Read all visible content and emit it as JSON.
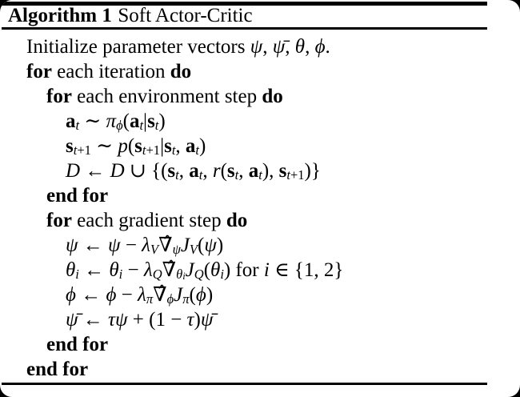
{
  "colors": {
    "background": "#000000",
    "paper": "#ffffff",
    "text": "#000000",
    "rule": "#000000"
  },
  "header": {
    "label": "Algorithm 1",
    "title": "Soft Actor-Critic"
  },
  "algorithm": {
    "lines": [
      {
        "indent": 1,
        "segs": [
          {
            "t": "Initialize parameter vectors "
          },
          {
            "t": "ψ",
            "c": "it"
          },
          {
            "t": ", "
          },
          {
            "t": "ψ̄",
            "c": "it"
          },
          {
            "t": ", "
          },
          {
            "t": "θ",
            "c": "it"
          },
          {
            "t": ", "
          },
          {
            "t": "ϕ",
            "c": "it"
          },
          {
            "t": "."
          }
        ]
      },
      {
        "indent": 1,
        "segs": [
          {
            "t": "for",
            "c": "kw"
          },
          {
            "t": " each iteration "
          },
          {
            "t": "do",
            "c": "kw"
          }
        ]
      },
      {
        "indent": 2,
        "segs": [
          {
            "t": "for",
            "c": "kw"
          },
          {
            "t": " each environment step "
          },
          {
            "t": "do",
            "c": "kw"
          }
        ]
      },
      {
        "indent": 3,
        "segs": [
          {
            "t": "a",
            "c": "bf"
          },
          {
            "t": "t",
            "c": "it",
            "s": 1
          },
          {
            "t": " ∼ "
          },
          {
            "t": "π",
            "c": "it"
          },
          {
            "t": "ϕ",
            "c": "it",
            "s": 1
          },
          {
            "t": "("
          },
          {
            "t": "a",
            "c": "bf"
          },
          {
            "t": "t",
            "c": "it",
            "s": 1
          },
          {
            "t": "|"
          },
          {
            "t": "s",
            "c": "bf"
          },
          {
            "t": "t",
            "c": "it",
            "s": 1
          },
          {
            "t": ")"
          }
        ]
      },
      {
        "indent": 3,
        "segs": [
          {
            "t": "s",
            "c": "bf"
          },
          {
            "t": "t",
            "c": "it",
            "s": 1
          },
          {
            "t": "+1",
            "s": 1
          },
          {
            "t": " ∼ "
          },
          {
            "t": "p",
            "c": "it"
          },
          {
            "t": "("
          },
          {
            "t": "s",
            "c": "bf"
          },
          {
            "t": "t",
            "c": "it",
            "s": 1
          },
          {
            "t": "+1",
            "s": 1
          },
          {
            "t": "|"
          },
          {
            "t": "s",
            "c": "bf"
          },
          {
            "t": "t",
            "c": "it",
            "s": 1
          },
          {
            "t": ", "
          },
          {
            "t": "a",
            "c": "bf"
          },
          {
            "t": "t",
            "c": "it",
            "s": 1
          },
          {
            "t": ")"
          }
        ]
      },
      {
        "indent": 3,
        "segs": [
          {
            "t": "D",
            "c": "it"
          },
          {
            "t": " ← "
          },
          {
            "t": "D",
            "c": "it"
          },
          {
            "t": " ∪ {("
          },
          {
            "t": "s",
            "c": "bf"
          },
          {
            "t": "t",
            "c": "it",
            "s": 1
          },
          {
            "t": ", "
          },
          {
            "t": "a",
            "c": "bf"
          },
          {
            "t": "t",
            "c": "it",
            "s": 1
          },
          {
            "t": ", "
          },
          {
            "t": "r",
            "c": "it"
          },
          {
            "t": "("
          },
          {
            "t": "s",
            "c": "bf"
          },
          {
            "t": "t",
            "c": "it",
            "s": 1
          },
          {
            "t": ", "
          },
          {
            "t": "a",
            "c": "bf"
          },
          {
            "t": "t",
            "c": "it",
            "s": 1
          },
          {
            "t": "), "
          },
          {
            "t": "s",
            "c": "bf"
          },
          {
            "t": "t",
            "c": "it",
            "s": 1
          },
          {
            "t": "+1",
            "s": 1
          },
          {
            "t": ")}"
          }
        ]
      },
      {
        "indent": 2,
        "segs": [
          {
            "t": "end for",
            "c": "kw"
          }
        ]
      },
      {
        "indent": 2,
        "segs": [
          {
            "t": "for",
            "c": "kw"
          },
          {
            "t": " each gradient step "
          },
          {
            "t": "do",
            "c": "kw"
          }
        ]
      },
      {
        "indent": 3,
        "segs": [
          {
            "t": "ψ",
            "c": "it"
          },
          {
            "t": " ← "
          },
          {
            "t": "ψ",
            "c": "it"
          },
          {
            "t": " − "
          },
          {
            "t": "λ",
            "c": "it"
          },
          {
            "t": "V",
            "c": "it",
            "s": 1
          },
          {
            "t": "∇̂"
          },
          {
            "t": "ψ",
            "c": "it",
            "s": 1
          },
          {
            "t": "J",
            "c": "it"
          },
          {
            "t": "V",
            "c": "it",
            "s": 1
          },
          {
            "t": "("
          },
          {
            "t": "ψ",
            "c": "it"
          },
          {
            "t": ")"
          }
        ]
      },
      {
        "indent": 3,
        "segs": [
          {
            "t": "θ",
            "c": "it"
          },
          {
            "t": "i",
            "c": "it",
            "s": 1
          },
          {
            "t": " ← "
          },
          {
            "t": "θ",
            "c": "it"
          },
          {
            "t": "i",
            "c": "it",
            "s": 1
          },
          {
            "t": " − "
          },
          {
            "t": "λ",
            "c": "it"
          },
          {
            "t": "Q",
            "c": "it",
            "s": 1
          },
          {
            "t": "∇̂"
          },
          {
            "t": "θ",
            "c": "it",
            "s": 1
          },
          {
            "t": "i",
            "c": "it",
            "s": 2
          },
          {
            "t": "J",
            "c": "it"
          },
          {
            "t": "Q",
            "c": "it",
            "s": 1
          },
          {
            "t": "("
          },
          {
            "t": "θ",
            "c": "it"
          },
          {
            "t": "i",
            "c": "it",
            "s": 1
          },
          {
            "t": ") for "
          },
          {
            "t": "i",
            "c": "it"
          },
          {
            "t": " ∈ {1, 2}"
          }
        ]
      },
      {
        "indent": 3,
        "segs": [
          {
            "t": "ϕ",
            "c": "it"
          },
          {
            "t": " ← "
          },
          {
            "t": "ϕ",
            "c": "it"
          },
          {
            "t": " − "
          },
          {
            "t": "λ",
            "c": "it"
          },
          {
            "t": "π",
            "c": "it",
            "s": 1
          },
          {
            "t": "∇̂"
          },
          {
            "t": "ϕ",
            "c": "it",
            "s": 1
          },
          {
            "t": "J",
            "c": "it"
          },
          {
            "t": "π",
            "c": "it",
            "s": 1
          },
          {
            "t": "("
          },
          {
            "t": "ϕ",
            "c": "it"
          },
          {
            "t": ")"
          }
        ]
      },
      {
        "indent": 3,
        "segs": [
          {
            "t": "ψ̄",
            "c": "it"
          },
          {
            "t": " ← "
          },
          {
            "t": "τ",
            "c": "it"
          },
          {
            "t": "ψ",
            "c": "it"
          },
          {
            "t": " + (1 − "
          },
          {
            "t": "τ",
            "c": "it"
          },
          {
            "t": ")"
          },
          {
            "t": "ψ̄",
            "c": "it"
          }
        ]
      },
      {
        "indent": 2,
        "segs": [
          {
            "t": "end for",
            "c": "kw"
          }
        ]
      },
      {
        "indent": 1,
        "segs": [
          {
            "t": "end for",
            "c": "kw"
          }
        ]
      }
    ]
  }
}
